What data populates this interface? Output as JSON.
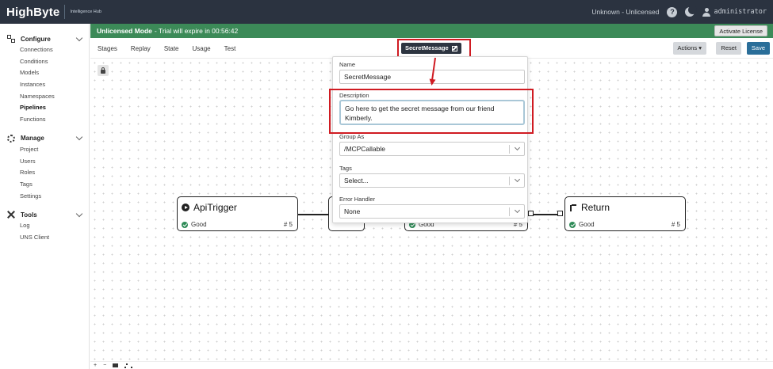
{
  "app": {
    "logo_text": "HighByte",
    "logo_sub": "Intelligence Hub",
    "license_status": "Unknown - Unlicensed",
    "username": "administrator"
  },
  "banner": {
    "mode": "Unlicensed Mode",
    "message": "- Trial will expire in 00:56:42",
    "activate_label": "Activate License"
  },
  "sidebar": {
    "sections": [
      {
        "title": "Configure",
        "icon": "configure-icon",
        "items": [
          "Connections",
          "Conditions",
          "Models",
          "Instances",
          "Namespaces",
          "Pipelines",
          "Functions"
        ]
      },
      {
        "title": "Manage",
        "icon": "gear-icon",
        "items": [
          "Project",
          "Users",
          "Roles",
          "Tags",
          "Settings"
        ]
      },
      {
        "title": "Tools",
        "icon": "tools-icon",
        "items": [
          "Log",
          "UNS Client"
        ]
      }
    ],
    "active_item": "Pipelines"
  },
  "toolbar": {
    "tabs": [
      "Stages",
      "Replay",
      "State",
      "Usage",
      "Test"
    ],
    "pipeline_name": "SecretMessage",
    "actions_label": "Actions",
    "reset_label": "Reset",
    "save_label": "Save"
  },
  "popover": {
    "name_label": "Name",
    "name_value": "SecretMessage",
    "description_label": "Description",
    "description_value": "Go here to get the secret message from our friend Kimberly.",
    "group_label": "Group As",
    "group_value": "/MCPCallable",
    "tags_label": "Tags",
    "tags_placeholder": "Select...",
    "error_label": "Error Handler",
    "error_value": "None"
  },
  "nodes": [
    {
      "title": "ApiTrigger",
      "status": "Good",
      "count": "# 5",
      "icon": "play-icon"
    },
    {
      "title": "",
      "status": "Good",
      "count": "# 5",
      "icon": ""
    },
    {
      "title": "Return",
      "status": "Good",
      "count": "# 5",
      "icon": "return-icon"
    }
  ],
  "bottom": {
    "zoom_in": "+",
    "zoom_out": "−"
  },
  "colors": {
    "topbar": "#2b3340",
    "banner": "#3c8a58",
    "save": "#2a6e99",
    "highlight": "#d01b22",
    "good": "#2e8b57"
  }
}
